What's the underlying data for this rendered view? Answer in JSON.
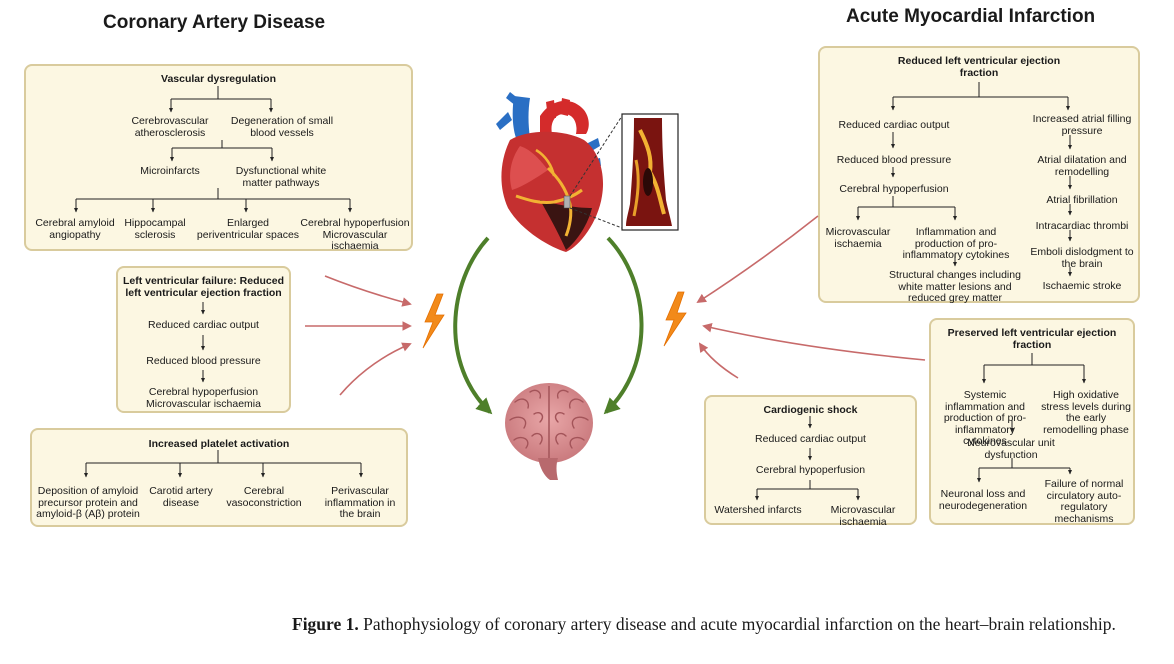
{
  "titles": {
    "cad": "Coronary Artery Disease",
    "ami": "Acute Myocardial Infarction"
  },
  "vascular": {
    "title": "Vascular dysregulation",
    "l1a": "Cerebrovascular atherosclerosis",
    "l1b": "Degeneration of small blood vessels",
    "l2a": "Microinfarcts",
    "l2b": "Dysfunctional white matter pathways",
    "l3": [
      "Cerebral amyloid angiopathy",
      "Hippocampal sclerosis",
      "Enlarged periventricular spaces",
      "Cerebral hypoperfusion Microvascular ischaemia"
    ]
  },
  "lvf": {
    "title": "Left ventricular failure: Reduced left ventricular ejection fraction",
    "s1": "Reduced cardiac output",
    "s2": "Reduced blood pressure",
    "s3": "Cerebral hypoperfusion Microvascular ischaemia"
  },
  "platelet": {
    "title": "Increased platelet activation",
    "items": [
      "Deposition of amyloid precursor protein and amyloid-β (Aβ) protein",
      "Carotid artery disease",
      "Cerebral vasoconstriction",
      "Perivascular inflammation in the brain"
    ]
  },
  "reduced": {
    "title": "Reduced left ventricular ejection fraction",
    "left": [
      "Reduced cardiac output",
      "Reduced blood pressure",
      "Cerebral hypoperfusion"
    ],
    "leftSplitA": "Microvascular ischaemia",
    "leftSplitB": "Inflammation and production of pro-inflammatory cytokines",
    "leftEnd": "Structural changes including white matter lesions and reduced grey matter",
    "right": [
      "Increased atrial filling pressure",
      "Atrial dilatation and remodelling",
      "Atrial fibrillation",
      "Intracardiac thrombi",
      "Emboli dislodgment to the brain",
      "Ischaemic stroke"
    ]
  },
  "preserved": {
    "title": "Preserved left ventricular ejection fraction",
    "a": "Systemic inflammation and production of pro-inflammatory cytokines",
    "b": "High oxidative stress levels during the early remodelling phase",
    "mid": "Neurovascular unit dysfunction",
    "c": "Neuronal loss and neurodegeneration",
    "d": "Failure of normal circulatory auto-regulatory mechanisms"
  },
  "shock": {
    "title": "Cardiogenic shock",
    "s1": "Reduced cardiac output",
    "s2": "Cerebral hypoperfusion",
    "a": "Watershed infarcts",
    "b": "Microvascular ischaemia"
  },
  "caption": {
    "label": "Figure 1.",
    "text": "Pathophysiology of coronary artery disease and acute myocardial infarction on the heart–brain relationship."
  },
  "colors": {
    "box_bg": "#fcf7e2",
    "box_border": "#d9cb9d",
    "red_arrow": "#c76a6a",
    "green_arrow": "#4e7f2a",
    "bolt": "#f28a1a"
  }
}
